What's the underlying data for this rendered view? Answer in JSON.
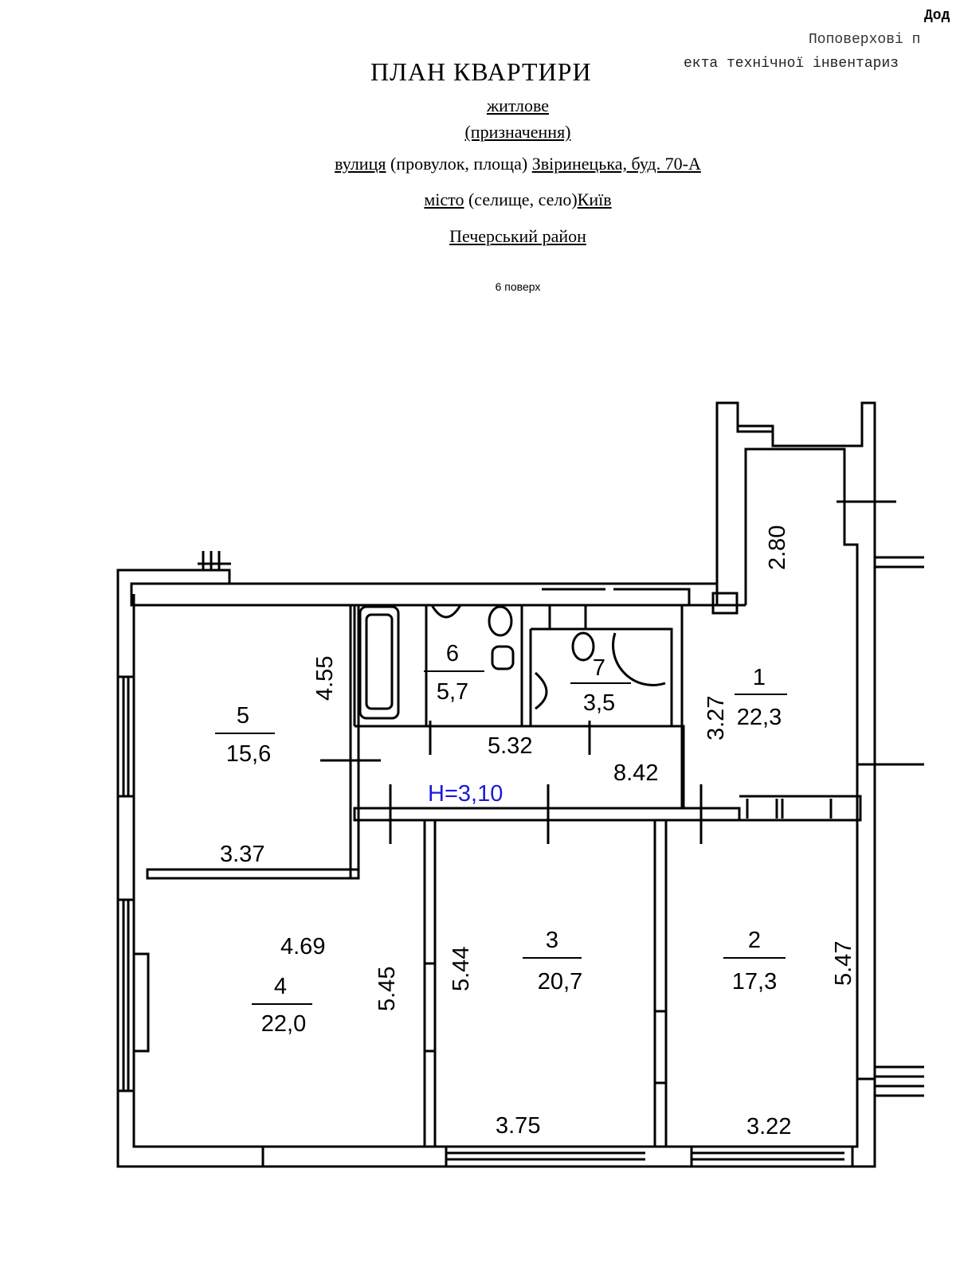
{
  "header": {
    "corner_line1": "Дод",
    "corner_line2": "Поповерхові п",
    "corner_line3": "екта технічної інвентариз"
  },
  "title": "ПЛАН КВАРТИРИ",
  "purpose": {
    "value": "житлове",
    "caption": "(призначення)"
  },
  "address": {
    "street_label": "вулиця",
    "street_paren": "(провулок, площа)",
    "street_value": "Звіринецька, буд. 70-А",
    "city_label": "місто",
    "city_paren": "(селище, село)",
    "city_value": "Київ",
    "district": "Печерський район"
  },
  "floor": "6 поверх",
  "plan": {
    "height_label": "H=3,10",
    "rooms": [
      {
        "number": "1",
        "area": "22,3"
      },
      {
        "number": "2",
        "area": "17,3"
      },
      {
        "number": "3",
        "area": "20,7"
      },
      {
        "number": "4",
        "area": "22,0"
      },
      {
        "number": "5",
        "area": "15,6"
      },
      {
        "number": "6",
        "area": "5,7"
      },
      {
        "number": "7",
        "area": "3,5"
      }
    ],
    "dims": {
      "d280": "2.80",
      "d455": "4.55",
      "d327": "3.27",
      "d532": "5.32",
      "d842": "8.42",
      "d337": "3.37",
      "d469": "4.69",
      "d545": "5.45",
      "d544": "5.44",
      "d547": "5.47",
      "d375": "3.75",
      "d322": "3.22"
    }
  }
}
